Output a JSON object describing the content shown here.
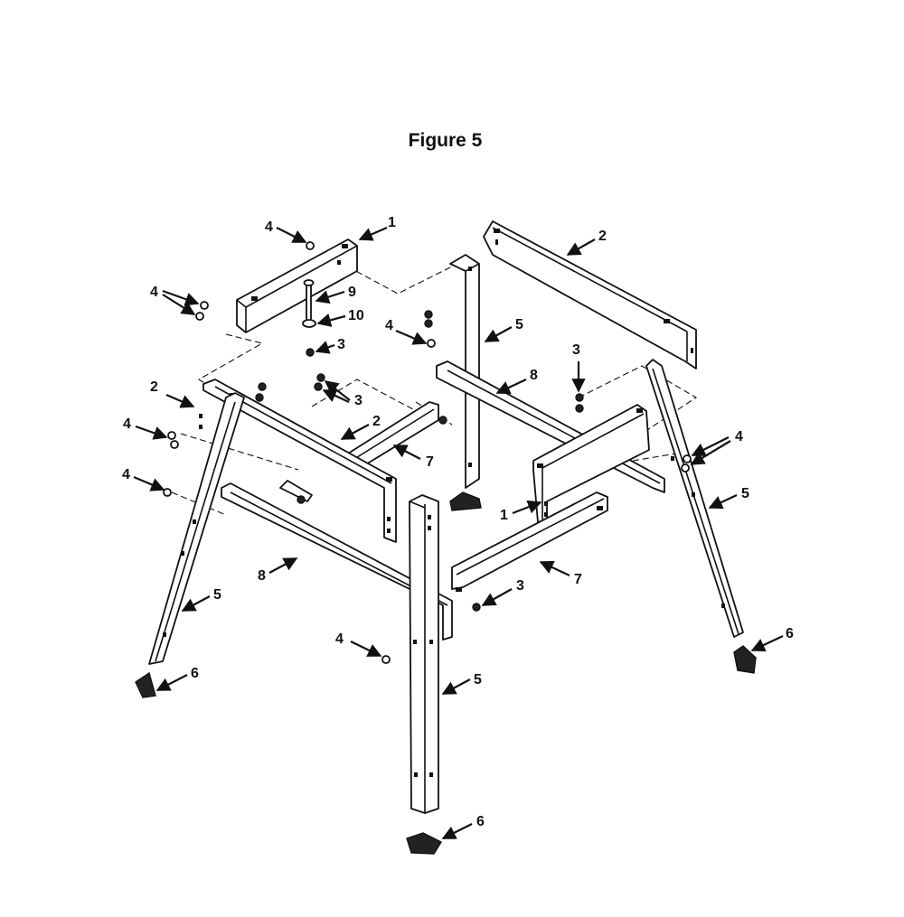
{
  "title": "Figure 5",
  "callouts": [
    "1",
    "2",
    "3",
    "4",
    "5",
    "6",
    "7",
    "8",
    "9",
    "10"
  ],
  "colors": {
    "ink": "#111111",
    "background": "#ffffff"
  }
}
